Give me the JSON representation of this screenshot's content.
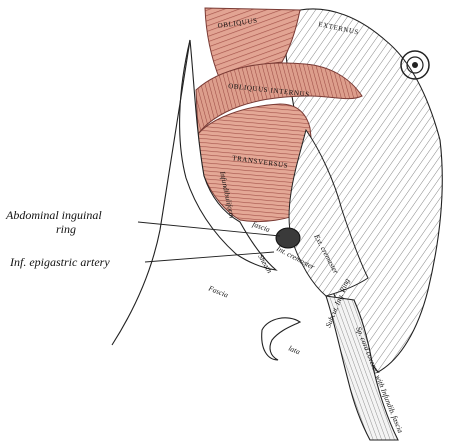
{
  "labels": {
    "abdominal_inguinal_ring_line1": "Abdominal inguinal",
    "abdominal_inguinal_ring_line2": "ring",
    "inf_epigastric_artery": "Inf. epigastric artery",
    "obliquus": "OBLIQUUS",
    "externus": "EXTERNUS",
    "obliquus_internus": "OBLIQUUS INTERNUS",
    "transversus": "TRANSVERSUS",
    "infundibuliform_fascia": "Infundibuliform",
    "fascia": "fascia",
    "fascia_lata_1": "Fascia",
    "fascia_lata_2": "lata",
    "ext_cremaster": "Ext. cremaster",
    "int_cremaster": "Int. cremaster",
    "sheath": "Sheath",
    "spermatic_cord_text": "Sp. cord covered with Infundib. fascia",
    "ing_lig": "Subcut. Ing. Ring"
  },
  "colors": {
    "muscle_fill": "#e2a493",
    "muscle_stroke": "#a4524a",
    "ink": "#222222",
    "background": "#ffffff"
  }
}
